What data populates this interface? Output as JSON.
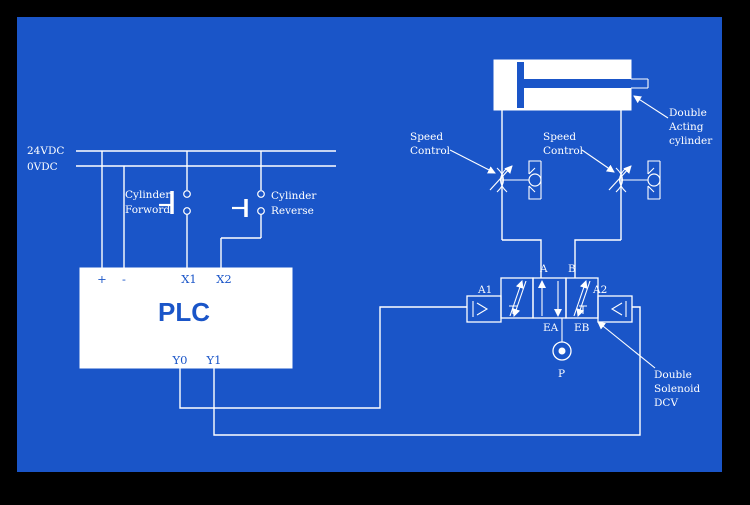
{
  "diagram": {
    "colors": {
      "frame": "#000000",
      "background": "#1a55c8",
      "lines": "#ffffff"
    },
    "rails": {
      "positive": "24VDC",
      "negative": "0VDC"
    },
    "switches": {
      "forward": {
        "line1": "Cylinder",
        "line2": "Forword"
      },
      "reverse": {
        "line1": "Cylinder",
        "line2": "Reverse"
      }
    },
    "plc": {
      "title": "PLC",
      "terminals": {
        "plus": "+",
        "minus": "-",
        "x1": "X1",
        "x2": "X2",
        "y0": "Y0",
        "y1": "Y1"
      }
    },
    "valve": {
      "port_a": "A",
      "port_b": "B",
      "exhaust_a": "EA",
      "exhaust_b": "EB",
      "solenoid_1": "A1",
      "solenoid_2": "A2",
      "pump": "P"
    },
    "annotations": {
      "speed_control_left": {
        "line1": "Speed",
        "line2": "Control"
      },
      "speed_control_right": {
        "line1": "Speed",
        "line2": "Control"
      },
      "cylinder": {
        "line1": "Double",
        "line2": "Acting",
        "line3": "cylinder"
      },
      "dcv": {
        "line1": "Double",
        "line2": "Solenoid",
        "line3": "DCV"
      }
    }
  }
}
